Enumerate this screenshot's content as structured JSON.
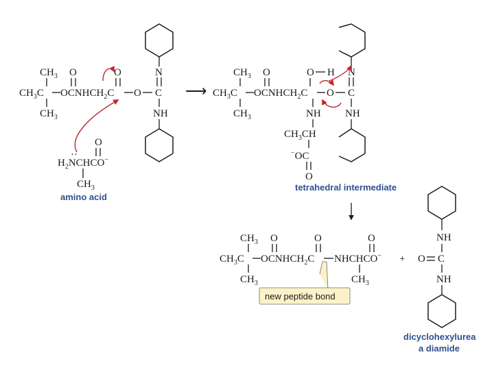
{
  "labels": {
    "amino_acid": "amino acid",
    "tetrahedral": "tetrahedral intermediate",
    "new_bond": "new peptide bond",
    "dcu": "dicyclohexylurea",
    "diamide": "a diamide"
  },
  "atoms": {
    "CH": "CH",
    "C": "C",
    "O": "O",
    "N": "N",
    "NH": "NH",
    "H": "H",
    "sub3": "3",
    "sub2": "2",
    "CH3C": "CH",
    "OCNHCH": "OCNHCH",
    "H2N": "H",
    "NCHCO": "NCHCO",
    "minus": "−",
    "CH3CH": "CH",
    "OC": "OC",
    "NHCHCO": "NHCHCO",
    "OCNHCH_b": "OCNHCH",
    "plus": "+",
    "dots": "··",
    "arrow": "⟶"
  },
  "colors": {
    "curved_arrow": "#c0262d",
    "caption": "#2f4f8f",
    "callout_fill": "#fbf2c9"
  }
}
